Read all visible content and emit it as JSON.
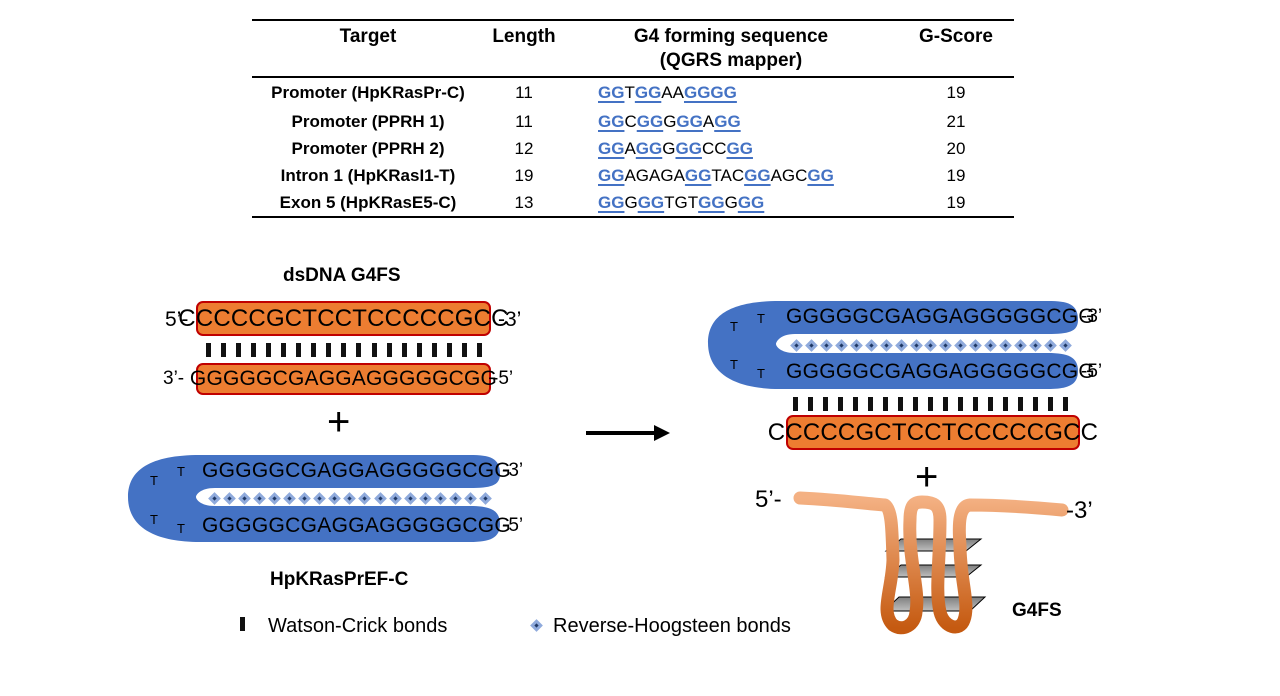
{
  "table": {
    "headers": {
      "target": "Target",
      "length": "Length",
      "sequence_line1": "G4 forming sequence",
      "sequence_line2": "(QGRS mapper)",
      "gscore": "G-Score"
    },
    "rows": [
      {
        "target": "Promoter (HpKRasPr-C)",
        "length": "11",
        "sequence": [
          [
            "GG",
            true
          ],
          [
            "T",
            false
          ],
          [
            "GG",
            true
          ],
          [
            "AA",
            false
          ],
          [
            "GGGG",
            true
          ]
        ],
        "gscore": "19"
      },
      {
        "target": "Promoter (PPRH 1)",
        "length": "11",
        "sequence": [
          [
            "GG",
            true
          ],
          [
            "C",
            false
          ],
          [
            "GG",
            true
          ],
          [
            "G",
            false
          ],
          [
            "GG",
            true
          ],
          [
            "A",
            false
          ],
          [
            "GG",
            true
          ]
        ],
        "gscore": "21"
      },
      {
        "target": "Promoter (PPRH 2)",
        "length": "12",
        "sequence": [
          [
            "GG",
            true
          ],
          [
            "A",
            false
          ],
          [
            "GG",
            true
          ],
          [
            "G",
            false
          ],
          [
            "GG",
            true
          ],
          [
            "CC",
            false
          ],
          [
            "GG",
            true
          ]
        ],
        "gscore": "20"
      },
      {
        "target": "Intron 1 (HpKRasI1-T)",
        "length": "19",
        "sequence": [
          [
            "GG",
            true
          ],
          [
            "AGAGA",
            false
          ],
          [
            "GG",
            true
          ],
          [
            "TAC",
            false
          ],
          [
            "GG",
            true
          ],
          [
            "AGC",
            false
          ],
          [
            "GG",
            true
          ]
        ],
        "gscore": "19"
      },
      {
        "target": "Exon 5 (HpKRasE5-C)",
        "length": "13",
        "sequence": [
          [
            "GG",
            true
          ],
          [
            "G",
            false
          ],
          [
            "GG",
            true
          ],
          [
            "TGT",
            false
          ],
          [
            "GG",
            true
          ],
          [
            "G",
            false
          ],
          [
            "GG",
            true
          ]
        ],
        "gscore": "19"
      }
    ]
  },
  "diagram": {
    "colors": {
      "orange": "#ED7D31",
      "orange_border": "#C00000",
      "blue": "#4472C4",
      "hoogsteen": "#8FAADC"
    },
    "left": {
      "title": "dsDNA G4FS",
      "top_strand": {
        "prefix": "5’-",
        "sequence": "CCCCCGCTCCTCCCCCGCC",
        "suffix": "-3’"
      },
      "bottom_strand": {
        "prefix": "3’-",
        "sequence": "GGGGGCGAGGAGGGGGCGG",
        "suffix": "-5’"
      },
      "plus": "+",
      "hairpin": {
        "top_sequence": "GGGGGCGAGGAGGGGGCGG",
        "top_suffix": "-3’",
        "bottom_sequence": "GGGGGCGAGGAGGGGGCGG",
        "bottom_suffix": "-5’",
        "loop_letters": [
          "T",
          "T",
          "T",
          "T"
        ]
      },
      "hairpin_label": "HpKRasPrEF-C"
    },
    "right": {
      "hairpin": {
        "top_sequence": "GGGGGCGAGGAGGGGGCGG",
        "top_suffix": "-3’",
        "bottom_sequence": "GGGGGCGAGGAGGGGGCGG",
        "bottom_suffix": "-5’",
        "loop_letters": [
          "T",
          "T",
          "T",
          "T"
        ]
      },
      "bound_strand": "CCCCCGCTCCTCCCCCGCC",
      "plus": "+",
      "g4_prefix": "5’-",
      "g4_suffix": "-3’",
      "g4_label": "G4FS"
    },
    "legend": {
      "watson_crick": "Watson-Crick bonds",
      "reverse_hoogsteen": "Reverse-Hoogsteen bonds"
    }
  }
}
